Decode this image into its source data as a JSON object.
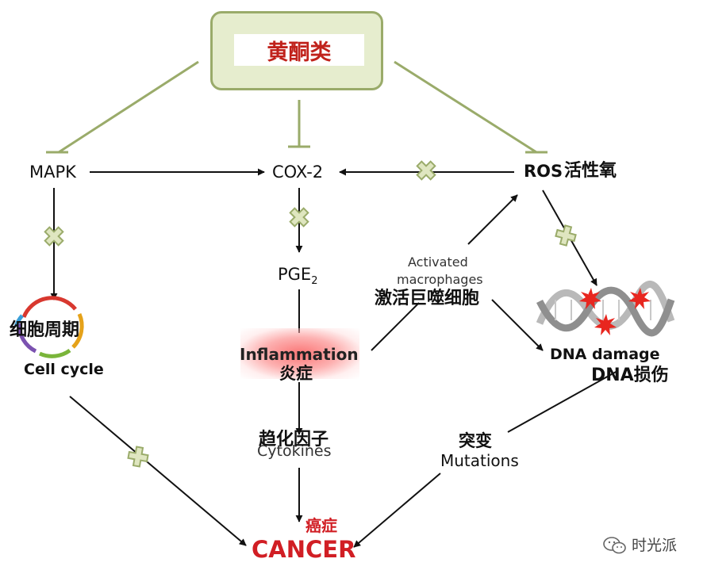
{
  "title": "黄酮类",
  "nodes": {
    "mapk": "MAPK",
    "cox2": "COX-2",
    "ros": "ROS",
    "ros_cn": "活性氧",
    "pge_base": "PGE",
    "pge_sub": "2",
    "cell_cycle_cn": "细胞周期",
    "cell_cycle": "Cell cycle",
    "inflammation": "Inflammation",
    "inflammation_cn": "炎症",
    "activated_line1": "Activated",
    "activated_line2": "macrophages",
    "activated_cn": "激活巨噬细胞",
    "dna_damage": "DNA damage",
    "dna_damage_cn": "DNA损伤",
    "cytokines_cn": "趋化因子",
    "cytokines": "Cytokines",
    "mutations_cn": "突变",
    "mutations": "Mutations",
    "cancer_cn": "癌症",
    "cancer": "CANCER"
  },
  "watermark": {
    "text": "时光派",
    "icon": "wechat-icon"
  },
  "colors": {
    "inhibit_line": "#9aab6a",
    "box_fill": "#e6edce",
    "title_red": "#c0221b",
    "cancer_red": "#d11e24",
    "marker_fill": "#dfe6c0",
    "marker_stroke": "#9aab6a",
    "arrow": "#111111"
  }
}
